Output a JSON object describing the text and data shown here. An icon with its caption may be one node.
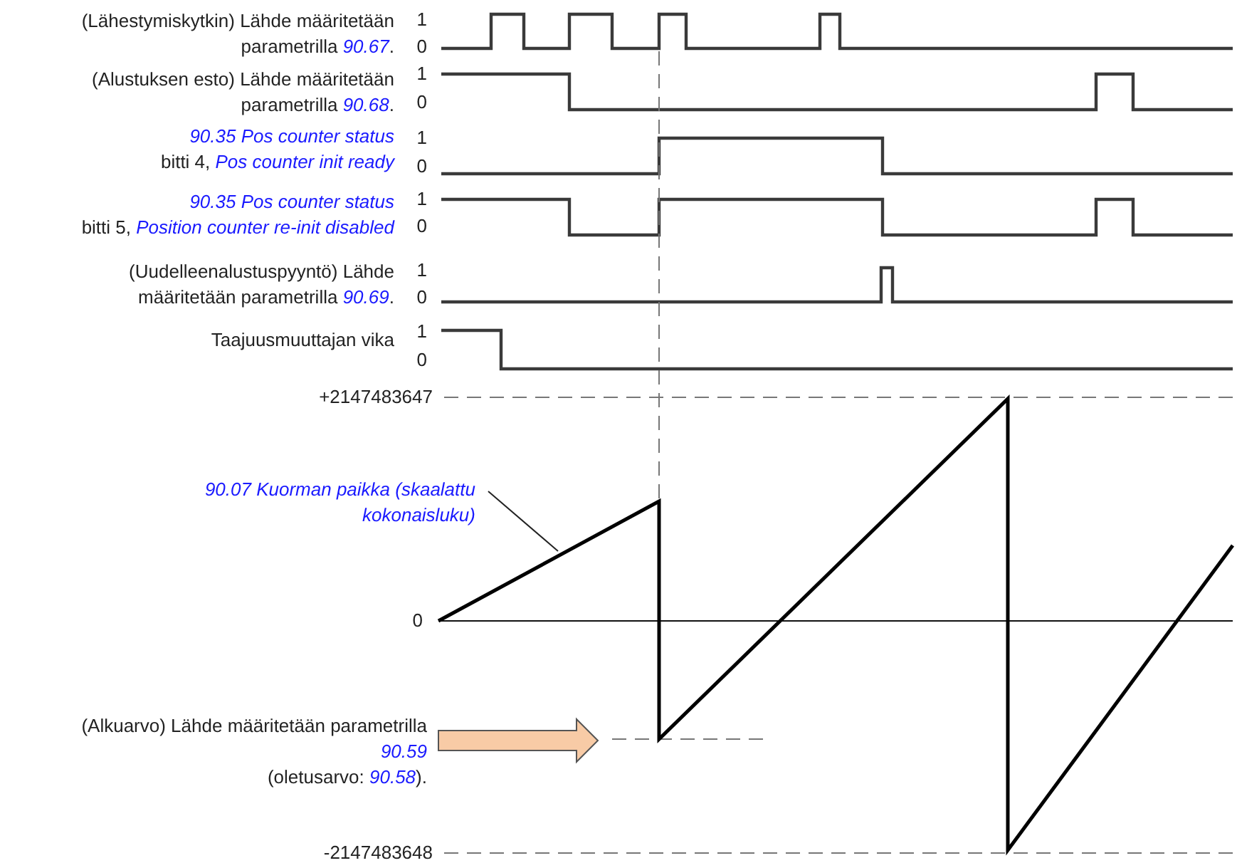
{
  "diagram": {
    "nodes": [
      {
        "text": [
          "90.07 Kuorman paikka (skaalattu kokonaisluku)"
        ]
      },
      {
        "text": [
          "(Alkuarvo) Lähde määritetään parametrilla *90.59* (oletusarvo: *90.58*)."
        ]
      }
    ],
    "edges": [
      {
        "from": 0,
        "to": null,
        "arrow": "none"
      },
      {
        "from": 1,
        "to": null,
        "arrow": "to",
        "style": "thick",
        "color": "#f8cba6"
      }
    ],
    "labels": [
      "(Lähestymiskytkin) Lähde määritetään parametrilla *90.67*.",
      "1",
      "0",
      "(Alustuksen esto) Lähde määritetään parametrilla *90.68*.",
      "1",
      "0",
      "*90.35 Pos counter status* bitti 4, *Pos counter init ready*",
      "1",
      "0",
      "*90.35 Pos counter status* bitti 5, *Position counter re-init disabled*",
      "1",
      "0",
      "(Uudelleenalustuspyyntö) Lähde määritetään parametrilla *90.69*.",
      "1",
      "0",
      "Taajuusmuuttajan vika",
      "1",
      "0",
      "+2147483647",
      "0",
      "-2147483648"
    ]
  }
}
